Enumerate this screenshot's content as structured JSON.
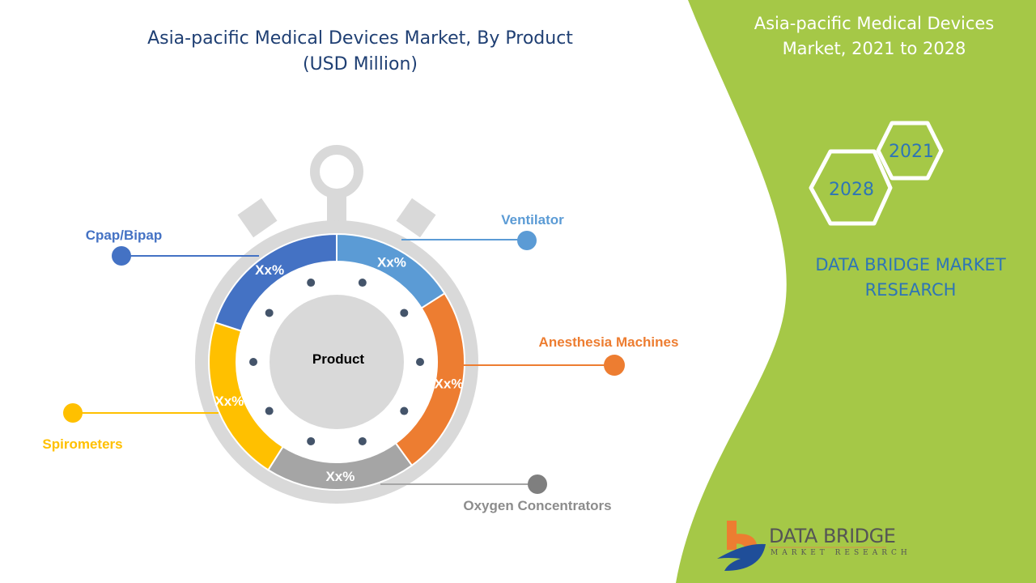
{
  "header": {
    "title_line1": "Asia-pacific Medical Devices Market, By Product",
    "title_line2": "(USD Million)"
  },
  "side_panel": {
    "title_line1": "Asia-pacific Medical Devices",
    "title_line2": "Market, 2021 to 2028",
    "year_start": "2021",
    "year_end": "2028",
    "brand_line1": "DATA BRIDGE MARKET",
    "brand_line2": "RESEARCH"
  },
  "logo": {
    "name": "DATA BRIDGE",
    "sub": "MARKET RESEARCH"
  },
  "colors": {
    "green": "#a5c847",
    "title": "#1f3f73",
    "brand": "#2e75b6"
  },
  "chart_data": {
    "type": "pie",
    "title": "Asia-pacific Medical Devices Market, By Product (USD Million)",
    "center_label": "Product",
    "categories": [
      "Ventilator",
      "Anesthesia Machines",
      "Oxygen Concentrators",
      "Spirometers",
      "Cpap/Bipap"
    ],
    "data_labels": [
      "Xx%",
      "Xx%",
      "Xx%",
      "Xx%",
      "Xx%"
    ],
    "approx_share": [
      16,
      24,
      19,
      21,
      20
    ],
    "colors": [
      "#5b9bd5",
      "#ed7d31",
      "#a5a5a5",
      "#ffc000",
      "#4472c4"
    ]
  }
}
